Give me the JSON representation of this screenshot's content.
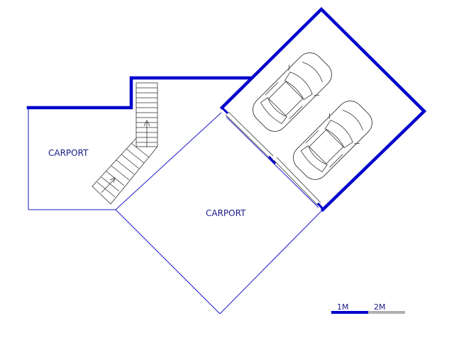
{
  "rooms": [
    {
      "id": "carport-left",
      "label": "CARPORT"
    },
    {
      "id": "carport-center",
      "label": "CARPORT"
    }
  ],
  "scale_bar": {
    "label_1": "1M",
    "label_2": "2M"
  },
  "colors": {
    "wall": "#0000cc",
    "text": "#1a1a8c",
    "scale_filled": "#0000cc",
    "scale_empty": "#b0b0b0"
  }
}
